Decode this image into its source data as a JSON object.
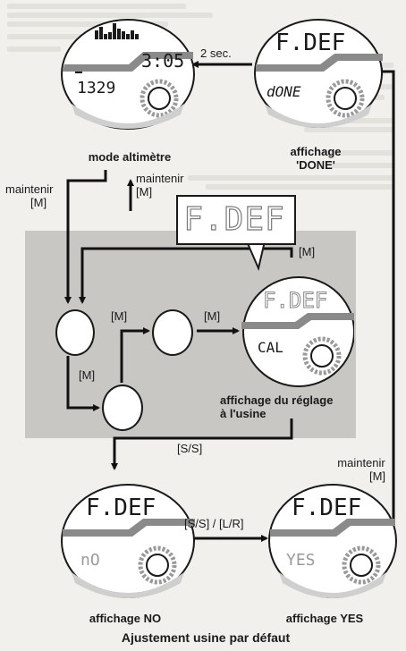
{
  "popup": {
    "text": "F.DEF"
  },
  "watches": {
    "altimeter": {
      "time": "3:05",
      "altitude": "1329",
      "caption": "mode altimètre"
    },
    "done": {
      "title": "F.DEF",
      "value": "dONE",
      "caption_line1": "affichage",
      "caption_line2": "'DONE'"
    },
    "factory": {
      "title": "F.DEF",
      "value": "CAL",
      "caption_line1": "affichage du réglage",
      "caption_line2": "à l'usine"
    },
    "no": {
      "title": "F.DEF",
      "value": "nO",
      "caption": "affichage NO"
    },
    "yes": {
      "title": "F.DEF",
      "value": "YES",
      "caption": "affichage YES"
    }
  },
  "labels": {
    "two_sec": "2 sec.",
    "hold_m_left_line1": "maintenir",
    "hold_m_left_line2": "[M]",
    "hold_m_up_line1": "maintenir",
    "hold_m_up_line2": "[M]",
    "m_top_right": "[M]",
    "m_mid_upper": "[M]",
    "m_mid_right": "[M]",
    "m_lower_left": "[M]",
    "ss_down": "[S/S]",
    "ss_lr": "[S/S] / [L/R]",
    "hold_m_right_line1": "maintenir",
    "hold_m_right_line2": "[M]"
  },
  "footer": {
    "title": "Ajustement usine par défaut"
  }
}
